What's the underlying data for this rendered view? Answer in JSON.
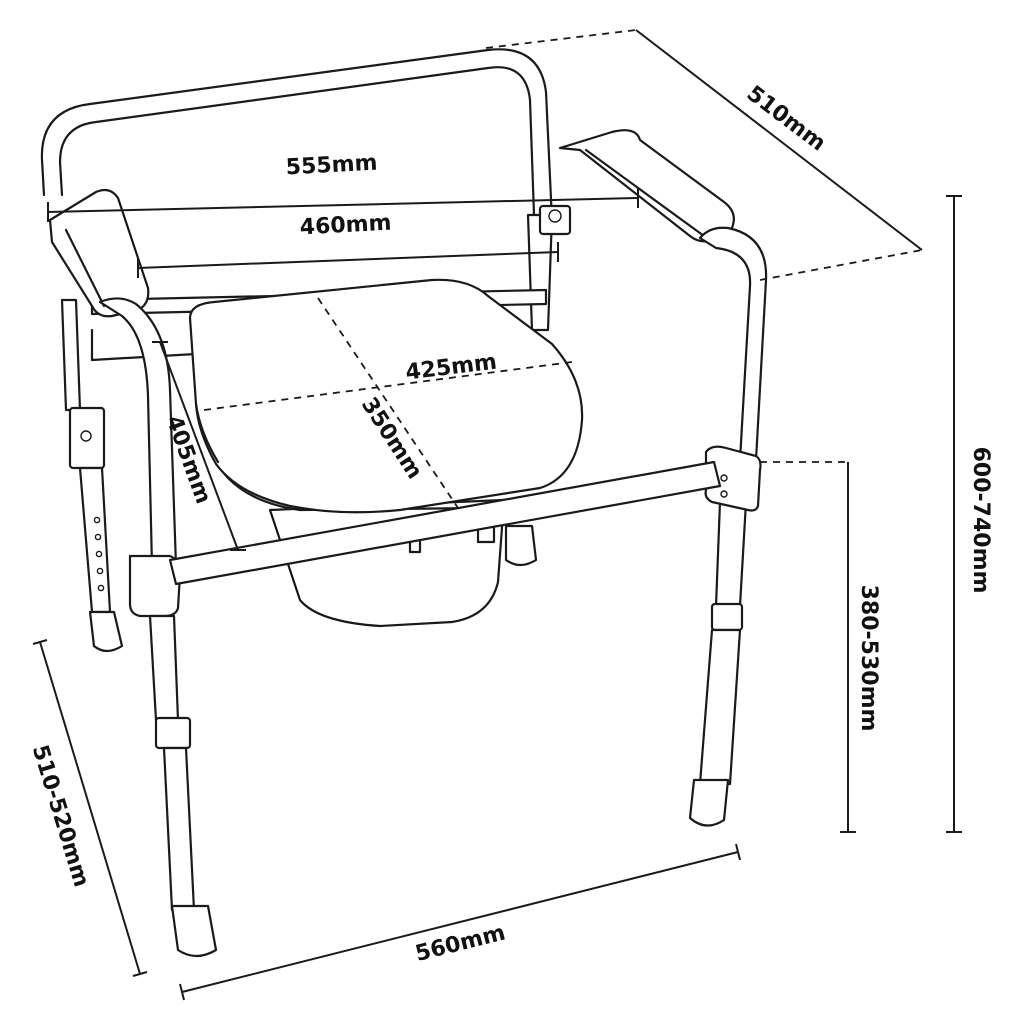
{
  "diagram": {
    "subject": "commode-chair",
    "line_color": "#1a1a1a",
    "background": "#ffffff"
  },
  "dimensions": {
    "depth_top": "510mm",
    "width_overall": "555mm",
    "width_inner": "460mm",
    "seat_width": "425mm",
    "seat_depth": "350mm",
    "seat_side": "405mm",
    "height_overall": "600-740mm",
    "height_seat": "380-530mm",
    "depth_base": "510-520mm",
    "width_base": "560mm"
  }
}
